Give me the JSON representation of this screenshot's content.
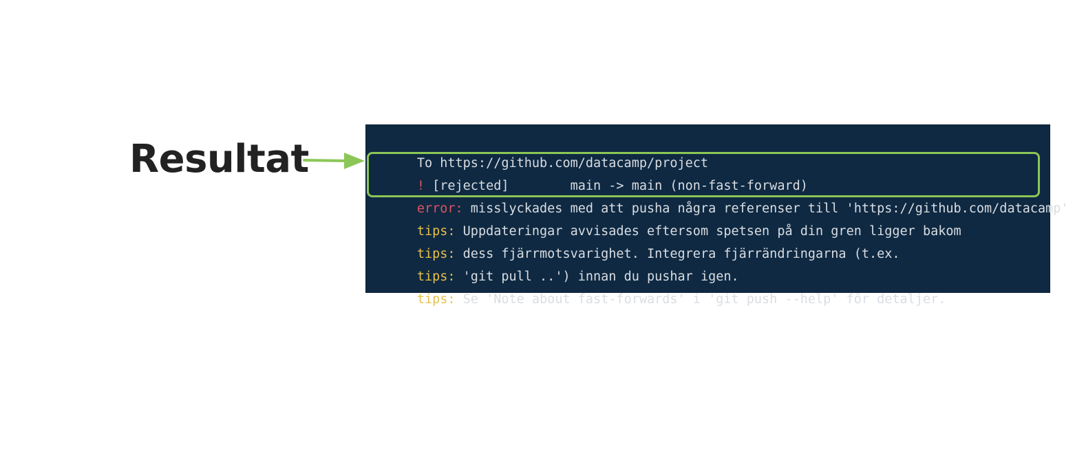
{
  "annotation": {
    "label": "Resultat",
    "accent_color": "#8cc657"
  },
  "terminal": {
    "background": "#0f2942",
    "lines": [
      {
        "prefix": "",
        "text": "To https://github.com/datacamp/project"
      },
      {
        "prefix": "!",
        "text": " [rejected]        main -> main (non-fast-forward)"
      },
      {
        "prefix": "error:",
        "text": " misslyckades med att pusha några referenser till 'https://github.com/datacamp'"
      },
      {
        "prefix": "tips:",
        "text": " Uppdateringar avvisades eftersom spetsen på din gren ligger bakom"
      },
      {
        "prefix": "tips:",
        "text": " dess fjärrmotsvarighet. Integrera fjärrändringarna (t.ex."
      },
      {
        "prefix": "tips:",
        "text": " 'git pull ..') innan du pushar igen."
      },
      {
        "prefix": "tips:",
        "text": " Se 'Note about fast-forwards' i 'git push --help' för detaljer."
      }
    ]
  }
}
